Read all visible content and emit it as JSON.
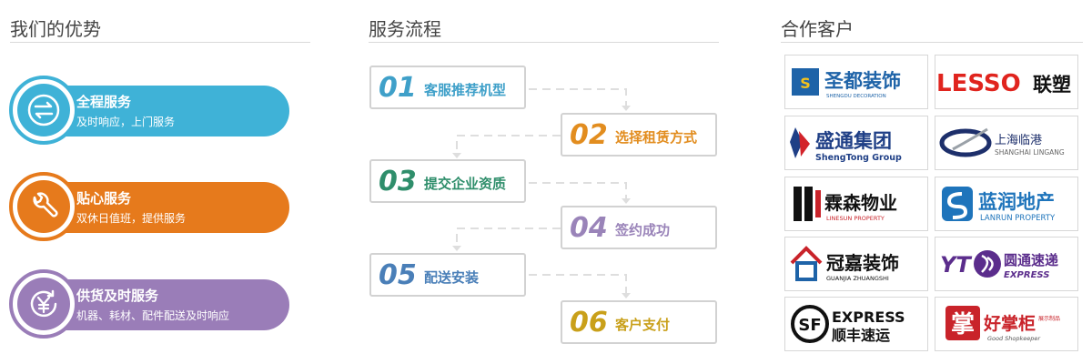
{
  "advantages": {
    "title": "我们的优势",
    "items": [
      {
        "title": "全程服务",
        "desc": "及时响应，上门服务",
        "color": "#3fb2d7",
        "icon": "double-arrow-icon"
      },
      {
        "title": "贴心服务",
        "desc": "双休日值班，提供服务",
        "color": "#e67a1c",
        "icon": "wrench-icon"
      },
      {
        "title": "供货及时服务",
        "desc": "机器、耗材、配件配送及时响应",
        "color": "#9a7db8",
        "icon": "yen-refresh-icon"
      }
    ]
  },
  "process": {
    "title": "服务流程",
    "steps": [
      {
        "num": "01",
        "label": "客服推荐机型",
        "color": "#3fa0c9"
      },
      {
        "num": "02",
        "label": "选择租赁方式",
        "color": "#e28d1f"
      },
      {
        "num": "03",
        "label": "提交企业资质",
        "color": "#2f8e6b"
      },
      {
        "num": "04",
        "label": "签约成功",
        "color": "#9a84b9"
      },
      {
        "num": "05",
        "label": "配送安装",
        "color": "#4a7fb8"
      },
      {
        "num": "06",
        "label": "客户支付",
        "color": "#c9a01a"
      }
    ]
  },
  "partners": {
    "title": "合作客户",
    "logos": [
      {
        "name": "圣都装饰",
        "sub": "SHENGDU DECORATION"
      },
      {
        "name": "LESSO",
        "sub": "联塑"
      },
      {
        "name": "盛通集团",
        "sub": "ShengTong Group"
      },
      {
        "name": "上海临港",
        "sub": "SHANGHAI LINGANG"
      },
      {
        "name": "霖森物业",
        "sub": "LINESUN PROPERTY"
      },
      {
        "name": "蓝润地产",
        "sub": "LANRUN PROPERTY"
      },
      {
        "name": "冠嘉装饰",
        "sub": "GUANJIA ZHUANGSHI"
      },
      {
        "name": "圆通速递",
        "sub": "EXPRESS",
        "mark": "YT"
      },
      {
        "name": "EXPRESS",
        "sub": "顺丰速运",
        "mark": "SF"
      },
      {
        "name": "好掌柜",
        "sub": "Good Shopkeeper",
        "mark": "掌",
        "seal": "展示制品"
      }
    ]
  }
}
